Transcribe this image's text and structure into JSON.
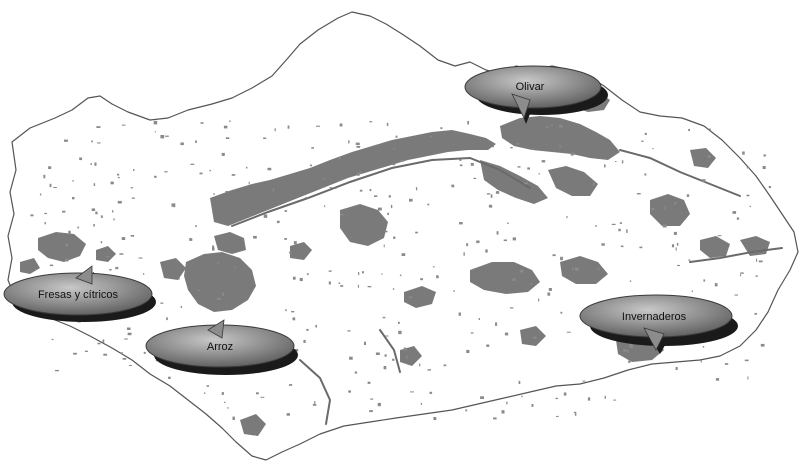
{
  "map": {
    "region_fill": "#ffffff",
    "region_stroke": "#555555",
    "land_use_color": "#7a7a7a",
    "callout_fill": "#8c8c8c",
    "callout_shadow": "#1a1a1a"
  },
  "callouts": [
    {
      "id": "olivar",
      "label": "Olivar"
    },
    {
      "id": "fresas",
      "label": "Fresas y  cítricos"
    },
    {
      "id": "arroz",
      "label": "Arroz"
    },
    {
      "id": "invernaderos",
      "label": "Invernaderos"
    }
  ]
}
